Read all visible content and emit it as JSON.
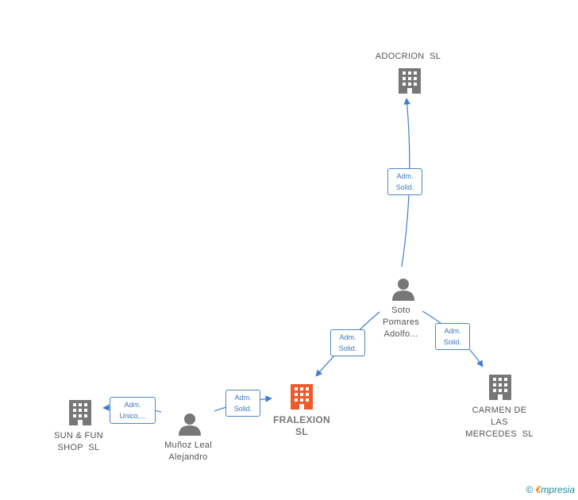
{
  "colors": {
    "edge": "#3a7fd0",
    "company": "#777777",
    "main_company": "#f05a28",
    "person": "#777777"
  },
  "nodes": {
    "adocrion": {
      "label": "ADOCRION  SL",
      "icon": "building-icon"
    },
    "soto": {
      "label": "Soto\nPomares\nAdolfo...",
      "icon": "person-icon"
    },
    "fralexion": {
      "label": "FRALEXION\nSL",
      "icon": "building-icon"
    },
    "carmen": {
      "label": "CARMEN DE\nLAS\nMERCEDES  SL",
      "icon": "building-icon"
    },
    "munoz": {
      "label": "Muñoz Leal\nAlejandro",
      "icon": "person-icon"
    },
    "sunfun": {
      "label": "SUN & FUN\nSHOP  SL",
      "icon": "building-icon"
    }
  },
  "edges": {
    "soto_adocrion": {
      "line1": "Adm.",
      "line2": "Solid."
    },
    "soto_fralexion": {
      "line1": "Adm.",
      "line2": "Solid."
    },
    "soto_carmen": {
      "line1": "Adm.",
      "line2": "Solid."
    },
    "munoz_fralexion": {
      "line1": "Adm.",
      "line2": "Solid."
    },
    "munoz_sunfun": {
      "line1": "Adm.",
      "line2": "Unico,..."
    }
  },
  "footer": {
    "copyright": "©",
    "brand_e": "€",
    "brand_rest": "mpresia"
  }
}
